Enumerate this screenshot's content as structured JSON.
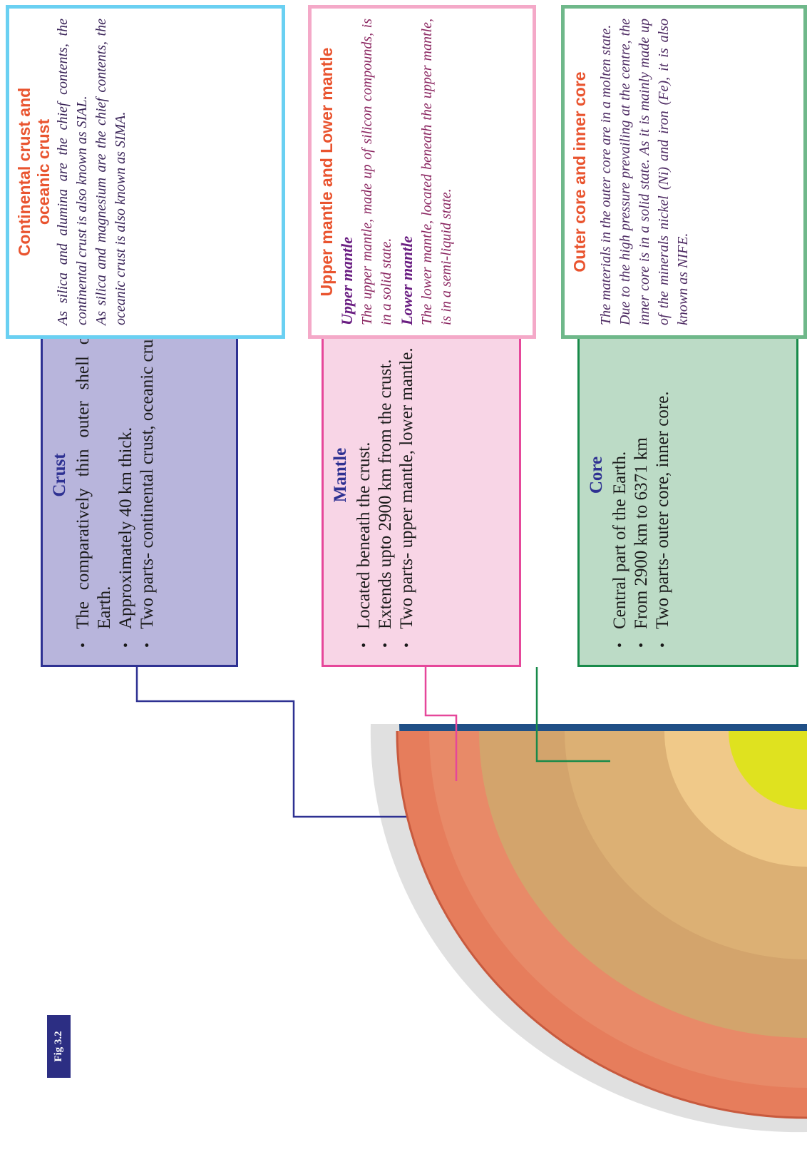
{
  "figure": {
    "tag": "Fig 3.2"
  },
  "colors": {
    "crust_line": "#2e3192",
    "mantle_line": "#e6479a",
    "core_line": "#188a4a",
    "crust_layer": "#e67d5c",
    "outer_core": "#d3a46c",
    "inner_core": "#f0c989",
    "centre": "#dfe21f",
    "ocean": "#2e6aa0",
    "land": "#c5b565"
  },
  "icons": {
    "illustration": "earth-cross-section-icon"
  },
  "crust": {
    "title": "Crust",
    "points": [
      "The comparatively thin outer shell of the Earth.",
      "Approximately 40 km thick.",
      "Two parts- continental crust, oceanic crust."
    ]
  },
  "mantle": {
    "title": "Mantle",
    "points": [
      "Located beneath the crust.",
      "Extends upto 2900 km from the crust.",
      "Two parts- upper mantle, lower mantle."
    ]
  },
  "core": {
    "title": "Core",
    "points": [
      "Central part of the Earth.",
      "From 2900 km to 6371 km",
      "Two parts- outer core, inner core."
    ]
  },
  "crust_detail": {
    "title_line1": "Continental crust and",
    "title_line2": "oceanic crust",
    "text1": "As silica and alumina are the chief contents, the continental crust is also known as SIAL.",
    "text2": "As silica and magnesium are the chief contents, the oceanic crust is also known as SIMA."
  },
  "mantle_detail": {
    "title": "Upper mantle and Lower mantle",
    "upper_label": "Upper mantle",
    "upper_text": "The upper mantle, made up of silicon compounds, is in a solid state.",
    "lower_label": "Lower mantle",
    "lower_text": "The lower mantle, located beneath the upper mantle, is in a semi-liquid state."
  },
  "core_detail": {
    "title": "Outer core and inner core",
    "text1": "The materials in the outer core are in a molten state.",
    "text2": "Due to the high pressure prevailing at the centre, the inner core is in a solid state. As it is mainly made up of the minerals nickel (Ni) and iron (Fe), it is also known as NIFE."
  }
}
